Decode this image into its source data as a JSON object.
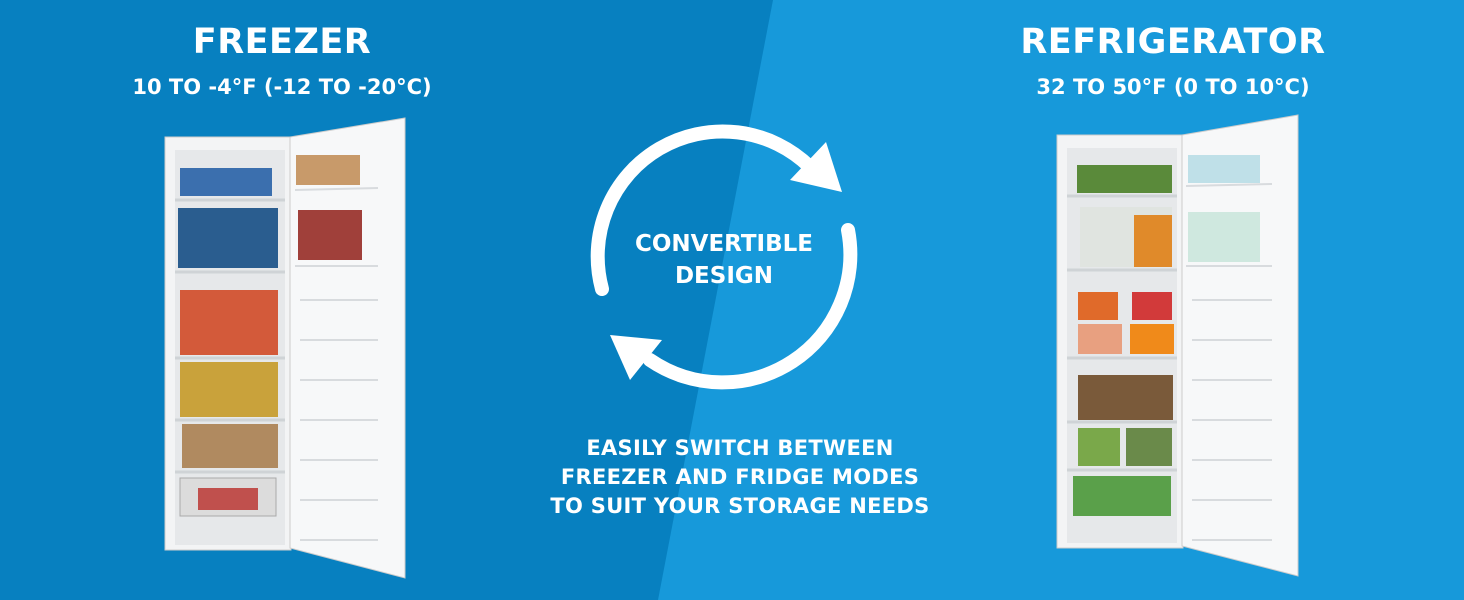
{
  "colors": {
    "left_bg": "#0780c0",
    "right_bg": "#1799da",
    "text": "#ffffff"
  },
  "freezer": {
    "title": "FREEZER",
    "range": "10 TO -4°F (-12 TO -20°C)"
  },
  "refrigerator": {
    "title": "REFRIGERATOR",
    "range": "32 TO 50°F (0 TO 10°C)"
  },
  "center": {
    "line1": "CONVERTIBLE",
    "line2": "DESIGN",
    "icon": "convert-cycle-arrows-icon"
  },
  "tagline": {
    "line1": "EASILY SWITCH BETWEEN",
    "line2": "FREEZER AND FRIDGE MODES",
    "line3": "TO SUIT YOUR STORAGE NEEDS"
  }
}
